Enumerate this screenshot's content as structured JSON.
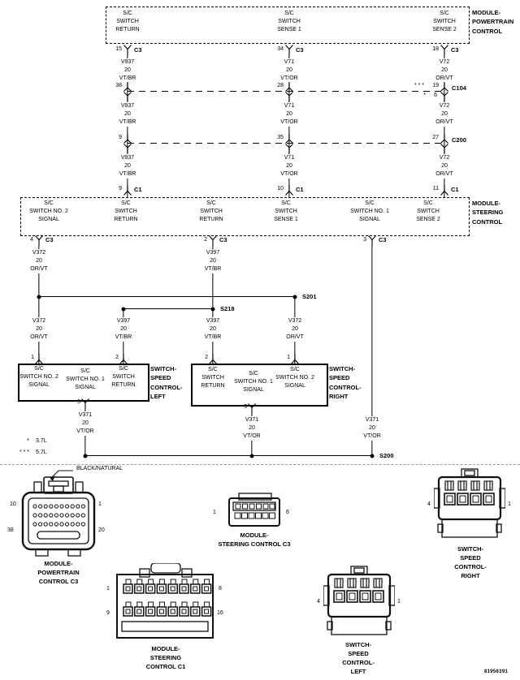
{
  "doc_number": "81956391",
  "powertrain_module": {
    "title": "MODULE-\nPOWERTRAIN\nCONTROL",
    "functions": [
      "S/C\nSWITCH\nRETURN",
      "S/C\nSWITCH\nSENSE 1",
      "S/C\nSWITCH\nSENSE 2"
    ],
    "c3_pins": [
      "15",
      "34",
      "18"
    ],
    "connector": "C3"
  },
  "c104": {
    "name": "C104",
    "pin_left": "38",
    "pin_mid": "28",
    "stars_right": "* * *",
    "pin_right": "19",
    "star_alt": "*",
    "pin_alt": "6"
  },
  "c200": {
    "name": "C200",
    "pin_left": "9",
    "pin_mid": "35",
    "pin_right": "27"
  },
  "steering_module": {
    "title": "MODULE-\nSTEERING\nCONTROL",
    "c1_pins": [
      "9",
      "10",
      "11"
    ],
    "c1_connector": "C1",
    "functions": [
      "S/C\nSWITCH NO. 2\nSIGNAL",
      "S/C\nSWITCH\nRETURN",
      "S/C\nSWITCH\nRETURN",
      "S/C\nSWITCH\nSENSE 1",
      "S/C\nSWITCH NO. 1\nSIGNAL",
      "S/C\nSWITCH\nSENSE 2"
    ],
    "c3_pins": [
      "4",
      "2",
      "3"
    ],
    "c3_connector": "C3"
  },
  "wires": {
    "v937": "V937\n20\nVT/BR",
    "v71": "V71\n20\nVT/OR",
    "v72": "V72\n20\nOR/VT",
    "v372": "V372\n20\nOR/VT",
    "v397": "V397\n20\nVT/BR",
    "v371": "V371\n20\nVT/OR"
  },
  "splices": {
    "s201": "S201",
    "s218": "S218",
    "s200": "S200"
  },
  "switch_left": {
    "title": "SWITCH-\nSPEED\nCONTROL-\nLEFT",
    "top_pins": [
      "1",
      "2"
    ],
    "functions": [
      "S/C\nSWITCH NO. 2\nSIGNAL",
      "S/C\nSWITCH NO. 1\nSIGNAL",
      "S/C\nSWITCH\nRETURN"
    ],
    "bottom_pin": "3"
  },
  "switch_right": {
    "title": "SWITCH-\nSPEED\nCONTROL-\nRIGHT",
    "top_pins": [
      "2",
      "1"
    ],
    "functions": [
      "S/C\nSWITCH\nRETURN",
      "S/C\nSWITCH NO. 1\nSIGNAL",
      "S/C\nSWITCH NO. 2\nSIGNAL"
    ],
    "bottom_pin": "3"
  },
  "legend": {
    "star1": "*",
    "engine1": "3.7L",
    "star3": "* * *",
    "engine3": "5.7L"
  },
  "gallery": {
    "powertrain_c3": {
      "caption": "MODULE-\nPOWERTRAIN\nCONTROL C3",
      "wire_note": "BLACK/NATURAL",
      "pin_tl": "10",
      "pin_tr": "1",
      "pin_bl": "38",
      "pin_br": "20"
    },
    "steering_c3": {
      "caption": "MODULE-\nSTEERING CONTROL C3",
      "pin_l": "1",
      "pin_r": "6"
    },
    "switch_right": {
      "caption": "SWITCH-\nSPEED\nCONTROL-\nRIGHT",
      "pin_l": "4",
      "pin_r": "1"
    },
    "steering_c1": {
      "caption": "MODULE-\nSTEERING\nCONTROL C1",
      "pin_tl": "1",
      "pin_tr": "8",
      "pin_bl": "9",
      "pin_br": "16"
    },
    "switch_left": {
      "caption": "SWITCH-\nSPEED\nCONTROL-\nLEFT",
      "pin_l": "4",
      "pin_r": "1"
    }
  }
}
